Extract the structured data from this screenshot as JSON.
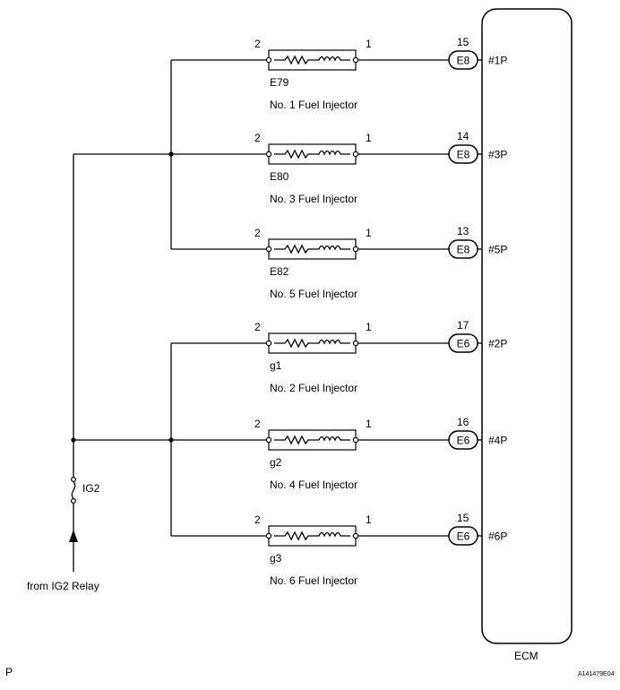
{
  "ecm": {
    "label": "ECM"
  },
  "supply": {
    "fuse_label": "IG2",
    "source_label": "from IG2 Relay"
  },
  "footer": {
    "page_mark": "P",
    "figure_code": "A141479E04"
  },
  "injectors": [
    {
      "connector": "E79",
      "name": "No. 1 Fuel Injector",
      "pin_left": "2",
      "pin_right": "1",
      "ecm_pin": "15",
      "ecm_connector": "E8",
      "ecm_terminal": "#1P"
    },
    {
      "connector": "E80",
      "name": "No. 3 Fuel Injector",
      "pin_left": "2",
      "pin_right": "1",
      "ecm_pin": "14",
      "ecm_connector": "E8",
      "ecm_terminal": "#3P"
    },
    {
      "connector": "E82",
      "name": "No. 5 Fuel Injector",
      "pin_left": "2",
      "pin_right": "1",
      "ecm_pin": "13",
      "ecm_connector": "E8",
      "ecm_terminal": "#5P"
    },
    {
      "connector": "g1",
      "name": "No. 2 Fuel Injector",
      "pin_left": "2",
      "pin_right": "1",
      "ecm_pin": "17",
      "ecm_connector": "E6",
      "ecm_terminal": "#2P"
    },
    {
      "connector": "g2",
      "name": "No. 4 Fuel Injector",
      "pin_left": "2",
      "pin_right": "1",
      "ecm_pin": "16",
      "ecm_connector": "E6",
      "ecm_terminal": "#4P"
    },
    {
      "connector": "g3",
      "name": "No. 6 Fuel Injector",
      "pin_left": "2",
      "pin_right": "1",
      "ecm_pin": "15",
      "ecm_connector": "E6",
      "ecm_terminal": "#6P"
    }
  ]
}
